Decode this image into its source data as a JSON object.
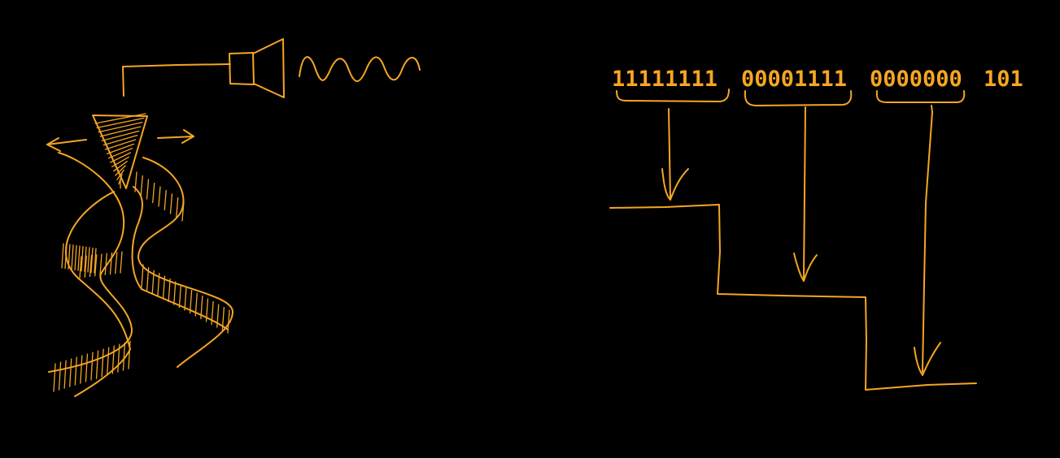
{
  "colors": {
    "background": "#000000",
    "ink": "#f5a623"
  },
  "illustration": {
    "subject": "needle-on-groove-to-speaker",
    "icons": [
      "stylus-icon",
      "speaker-icon",
      "sound-wave-icon",
      "record-groove-icon",
      "left-arrow-icon",
      "right-arrow-icon"
    ]
  },
  "bit_groups": [
    {
      "bits": "11111111"
    },
    {
      "bits": "00001111"
    },
    {
      "bits": "0000000"
    },
    {
      "bits": "101"
    }
  ]
}
